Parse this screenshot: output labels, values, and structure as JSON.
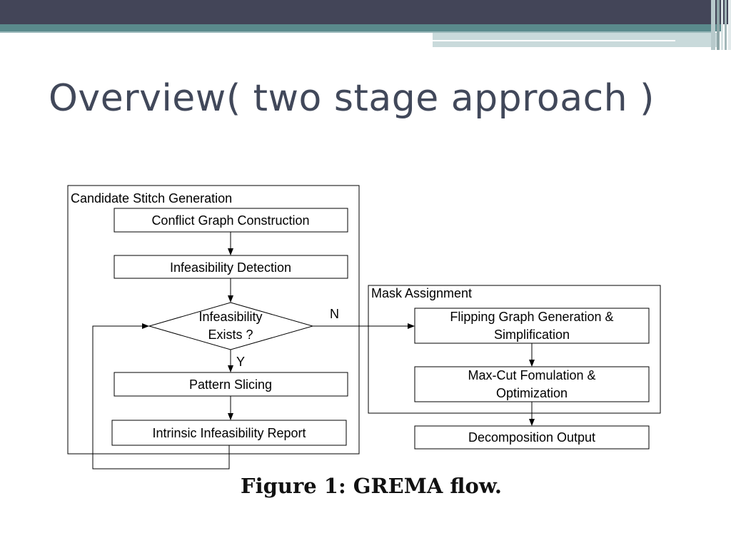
{
  "slide": {
    "title": "Overview( two stage approach )"
  },
  "figure": {
    "caption": "Figure 1:  GREMA flow.",
    "stage1": {
      "label": "Candidate Stitch Generation",
      "steps": {
        "conflict_graph": "Conflict Graph Construction",
        "infeasibility_detection": "Infeasibility Detection",
        "decision_line1": "Infeasibility",
        "decision_line2": "Exists ?",
        "pattern_slicing": "Pattern Slicing",
        "intrinsic_report": "Intrinsic Infeasibility Report"
      },
      "branch_yes": "Y",
      "branch_no": "N"
    },
    "stage2": {
      "label": "Mask Assignment",
      "steps": {
        "flipping_line1": "Flipping Graph Generation &",
        "flipping_line2": "Simplification",
        "maxcut_line1": "Max-Cut Fomulation &",
        "maxcut_line2": "Optimization"
      }
    },
    "output": "Decomposition Output"
  },
  "colors": {
    "topbar": "#434558",
    "accent_teal": "#5a8a8c",
    "title_text": "#41485a"
  }
}
